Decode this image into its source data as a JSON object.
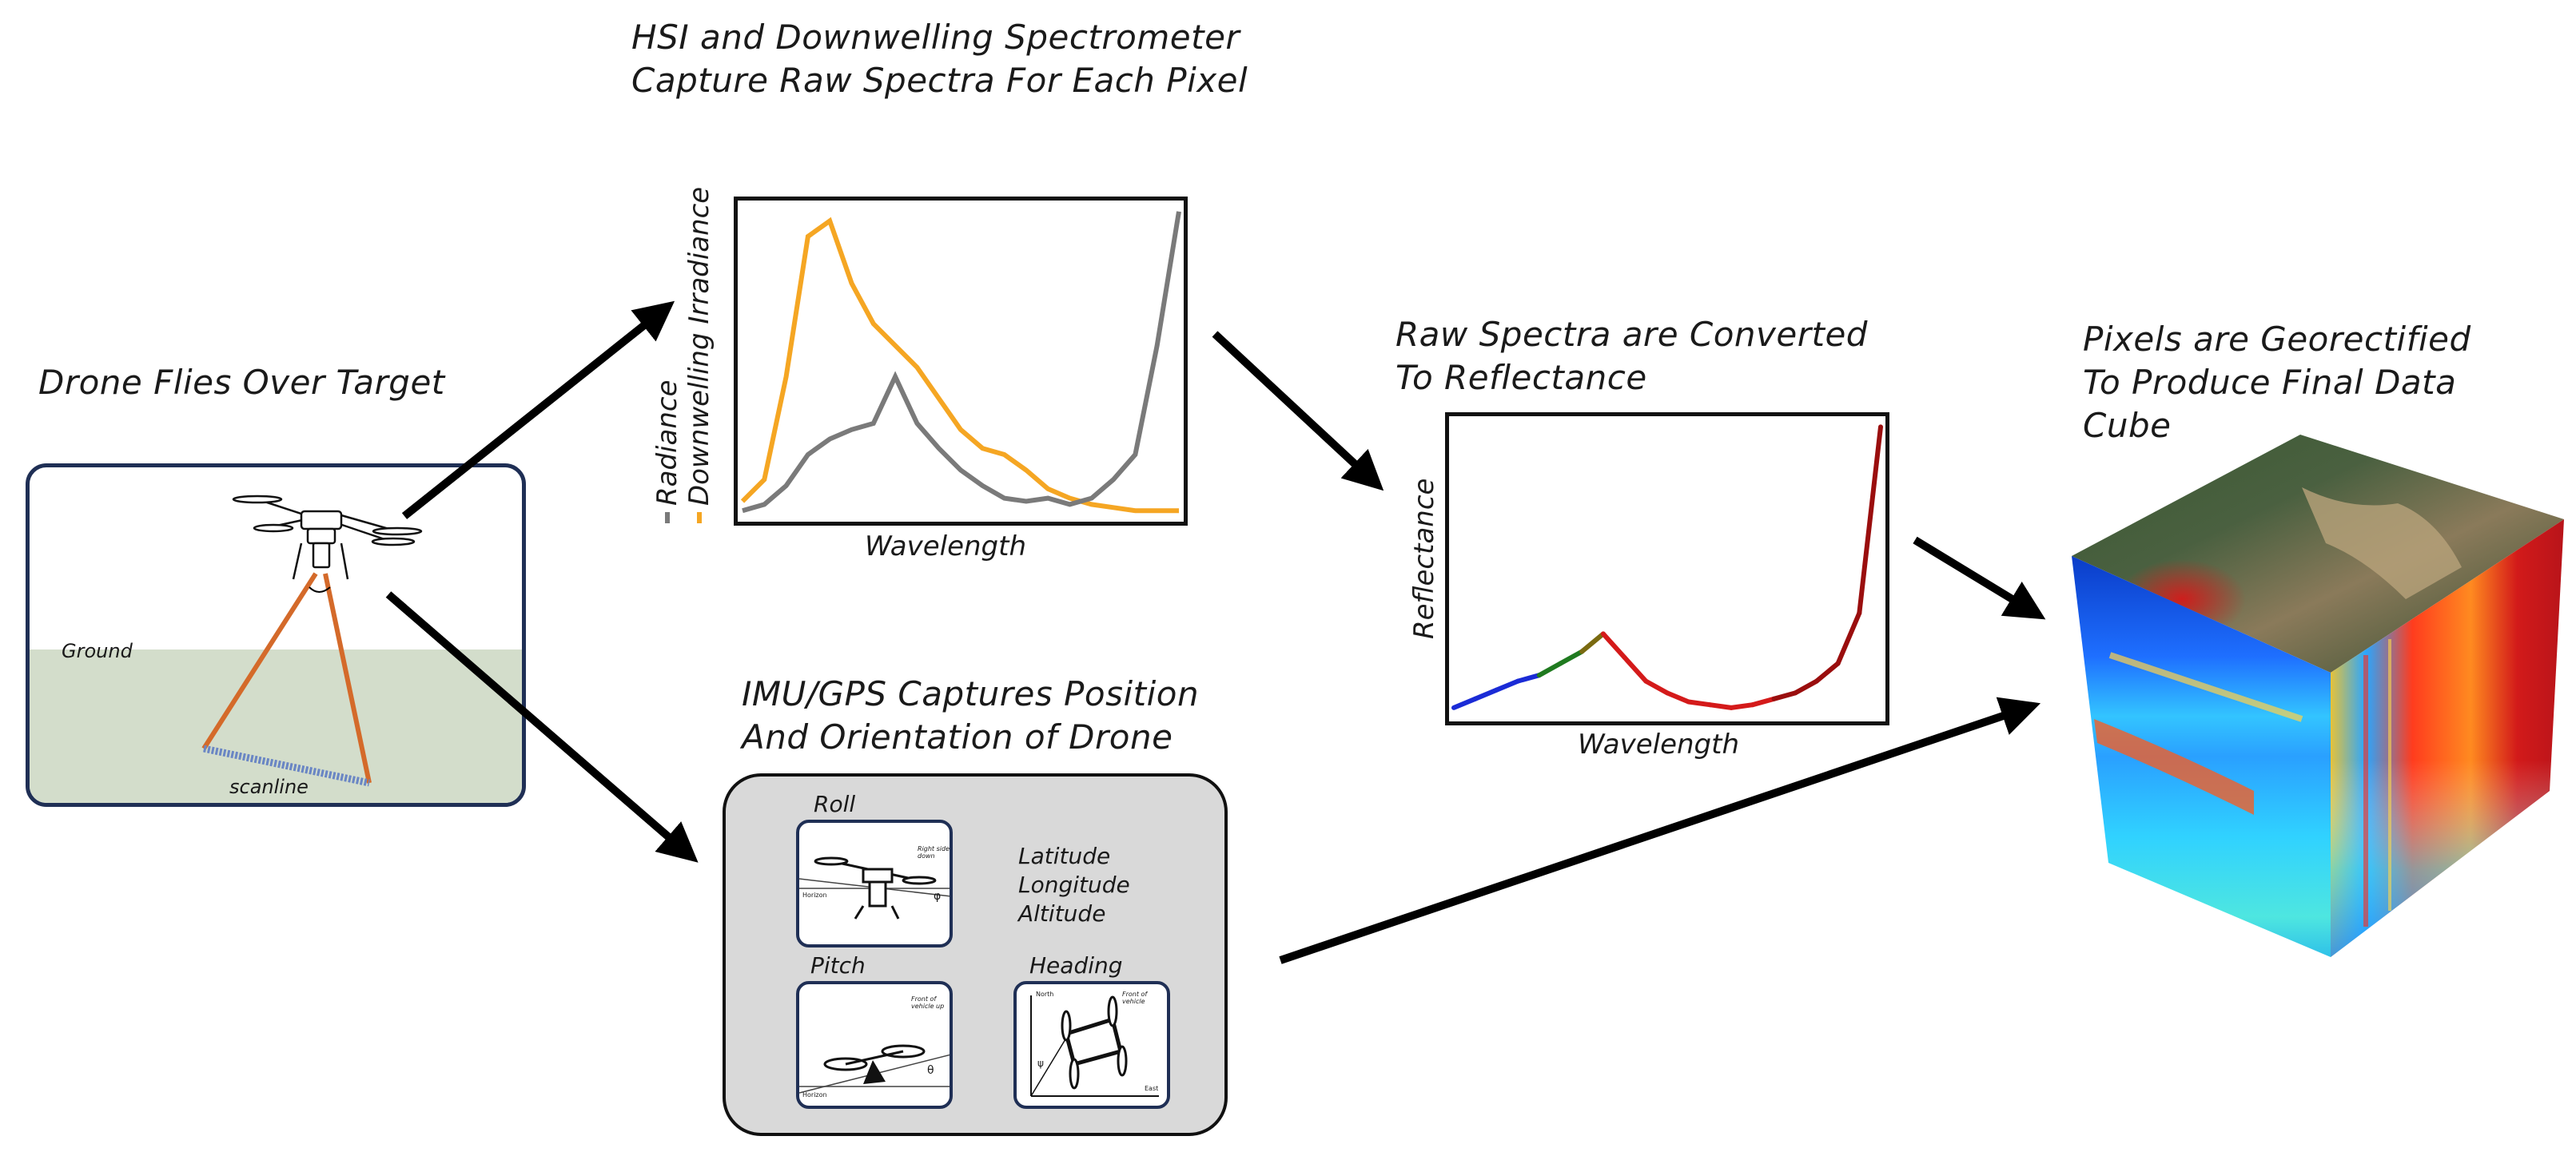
{
  "captions": {
    "drone": "Drone Flies Over Target",
    "hsi_line1": "HSI and Downwelling Spectrometer",
    "hsi_line2": "Capture Raw Spectra For Each Pixel",
    "imu_line1": "IMU/GPS Captures Position",
    "imu_line2": "And Orientation of Drone",
    "refl_line1": "Raw Spectra are Converted",
    "refl_line2": "To Reflectance",
    "cube_line1": "Pixels are Georectified",
    "cube_line2": "To Produce Final Data",
    "cube_line3": "Cube"
  },
  "drone_panel": {
    "ground_label": "Ground",
    "scanline_label": "scanline"
  },
  "imu_panel": {
    "roll_label": "Roll",
    "pitch_label": "Pitch",
    "heading_label": "Heading",
    "coords": [
      "Latitude",
      "Longitude",
      "Altitude"
    ],
    "roll_note": "Right side down",
    "roll_horizon": "Horizon",
    "roll_angle": "φ",
    "pitch_note": "Front of vehicle up",
    "pitch_horizon": "Horizon",
    "pitch_angle": "θ",
    "heading_north": "North",
    "heading_note": "Front of vehicle",
    "heading_east": "East",
    "heading_angle": "ψ"
  },
  "raw_chart": {
    "xlabel": "Wavelength",
    "legend": [
      {
        "name": "Radiance",
        "color": "#7a7a7a"
      },
      {
        "name": "Downwelling Irradiance",
        "color": "#f5a623"
      }
    ]
  },
  "refl_chart": {
    "xlabel": "Wavelength",
    "ylabel": "Reflectance"
  },
  "colors": {
    "panel_border": "#1f2f55",
    "ground": "#d3ddcb",
    "imu_bg": "#d9d9d9",
    "scan_beam": "#d46a2a",
    "scanline": "#6a86c4",
    "arrow": "#000000"
  },
  "chart_data": [
    {
      "type": "line",
      "xlabel": "Wavelength",
      "ylabel": "",
      "x": [
        0,
        0.05,
        0.1,
        0.15,
        0.2,
        0.25,
        0.3,
        0.35,
        0.4,
        0.45,
        0.5,
        0.55,
        0.6,
        0.65,
        0.7,
        0.75,
        0.8,
        0.85,
        0.9,
        0.95,
        1.0
      ],
      "series": [
        {
          "name": "Downwelling Irradiance",
          "values": [
            0.05,
            0.12,
            0.45,
            0.9,
            0.95,
            0.75,
            0.62,
            0.55,
            0.48,
            0.38,
            0.28,
            0.22,
            0.2,
            0.15,
            0.09,
            0.06,
            0.04,
            0.03,
            0.02,
            0.02,
            0.02
          ]
        },
        {
          "name": "Radiance",
          "values": [
            0.02,
            0.04,
            0.1,
            0.2,
            0.25,
            0.28,
            0.3,
            0.45,
            0.3,
            0.22,
            0.15,
            0.1,
            0.06,
            0.05,
            0.06,
            0.04,
            0.06,
            0.12,
            0.2,
            0.55,
            0.98
          ]
        }
      ]
    },
    {
      "type": "line",
      "xlabel": "Wavelength",
      "ylabel": "Reflectance",
      "x": [
        0,
        0.05,
        0.1,
        0.15,
        0.2,
        0.25,
        0.3,
        0.35,
        0.4,
        0.45,
        0.5,
        0.55,
        0.6,
        0.65,
        0.7,
        0.75,
        0.8,
        0.85,
        0.9,
        0.95,
        1.0
      ],
      "series": [
        {
          "name": "",
          "values": [
            0.03,
            0.06,
            0.09,
            0.12,
            0.14,
            0.18,
            0.22,
            0.28,
            0.2,
            0.12,
            0.08,
            0.05,
            0.04,
            0.03,
            0.04,
            0.06,
            0.08,
            0.12,
            0.18,
            0.35,
            0.98
          ]
        }
      ]
    }
  ]
}
